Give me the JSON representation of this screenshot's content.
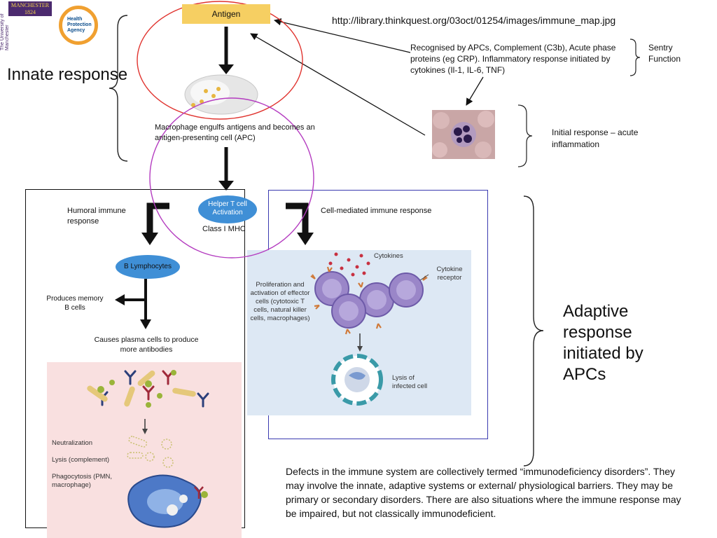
{
  "header": {
    "logo_manchester": "MANCHESTER 1824",
    "logo_university": "The University of Manchester",
    "logo_hpa": "Health Protection Agency",
    "source_url": "http://library.thinkquest.org/03oct/01254/images/immune_map.jpg"
  },
  "labels": {
    "innate": "Innate response",
    "adaptive": "Adaptive response initiated by APCs",
    "antigen": "Antigen",
    "recognised": "Recognised by APCs, Complement (C3b), Acute phase proteins (eg CRP). Inflammatory response initiated by cytokines (Il-1, IL-6, TNF)",
    "sentry": "Sentry Function",
    "initial": "Initial response – acute inflammation",
    "macrophage": "Macrophage engulfs antigens and becomes an antigen-presenting cell (APC)",
    "helper_t": "Helper T cell Activation",
    "class_i": "Class I MHC",
    "humoral": "Humoral immune response",
    "cell_mediated": "Cell-mediated immune response",
    "b_lymph": "B Lymphocytes",
    "memory_b": "Produces memory B cells",
    "plasma": "Causes plasma cells to produce more antibodies",
    "neutralization": "Neutralization",
    "lysis_complement": "Lysis (complement)",
    "phagocytosis": "Phagocytosis (PMN, macrophage)",
    "cytokines": "Cytokines",
    "cytokine_receptor": "Cytokine receptor",
    "proliferation": "Proliferation and activation of effector cells (cytotoxic T cells, natural killer cells, macrophages)",
    "lysis_infected": "Lysis of infected cell"
  },
  "body_text": {
    "defects": "Defects in the immune system are collectively termed “immunodeficiency disorders”.  They may involve the innate, adaptive systems or external/ physiological barriers. They may be primary or secondary disorders. There are also situations where the immune response may be impaired, but not classically immunodeficient."
  },
  "colors": {
    "antigen_box": "#f6cf62",
    "red_circle": "#e0332e",
    "purple_circle": "#b43cc0",
    "blue_oval": "#3f8fd6",
    "pink_panel": "#f9e0e0",
    "blue_panel": "#dde8f4"
  }
}
